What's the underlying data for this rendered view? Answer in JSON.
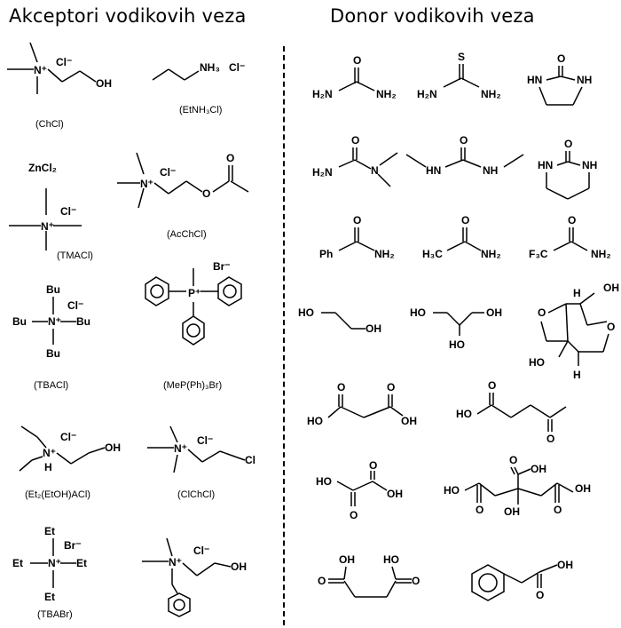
{
  "headings": {
    "acceptors": "Akceptori vodikovih veza",
    "donors": "Donor vodikovih veza"
  },
  "acceptors": [
    {
      "name": "choline-chloride",
      "abbr": "(ChCl)"
    },
    {
      "name": "ethylammonium-chloride",
      "abbr": "(EtNH₃Cl)"
    },
    {
      "name": "zinc-chloride",
      "formula": "ZnCl₂"
    },
    {
      "name": "tetramethylammonium-chloride",
      "abbr": "(TMACl)"
    },
    {
      "name": "acetylcholine-chloride",
      "abbr": "(AcChCl)"
    },
    {
      "name": "tetrabutylammonium-chloride",
      "abbr": "(TBACl)"
    },
    {
      "name": "methyltriphenylphosphonium-bromide",
      "abbr": "(MeP(Ph)₃Br)"
    },
    {
      "name": "diethylethanolammonium-chloride",
      "abbr": "(Et₂(EtOH)ACl)"
    },
    {
      "name": "chlorocholine-chloride",
      "abbr": "(ClChCl)"
    },
    {
      "name": "tetraethylammonium-bromide",
      "abbr": "(TBABr)"
    },
    {
      "name": "benzyl-choline-chloride",
      "abbr": ""
    }
  ],
  "atom_labels": {
    "cl_minus": "Cl⁻",
    "br_minus": "Br⁻",
    "oh": "OH",
    "ho": "HO",
    "bu": "Bu",
    "et": "Et",
    "n": "N",
    "nplus": "N⁺",
    "pplus": "P⁺",
    "h": "H",
    "o": "O",
    "s": "S",
    "cl": "Cl",
    "nh3": "NH₃",
    "h2n": "H₂N",
    "nh2": "NH₂",
    "hn": "HN",
    "nh": "NH",
    "ph": "Ph",
    "h3c": "H₃C",
    "f3c": "F₃C"
  },
  "donors": [
    "urea",
    "thiourea",
    "imidazolidinone",
    "dimethylurea",
    "n-n-dimethylurea",
    "tetrahydropyrimidinone",
    "benzamide",
    "acetamide",
    "trifluoroacetamide",
    "ethylene-glycol",
    "glycerol",
    "isosorbide",
    "malonic-acid",
    "levulinic-acid",
    "oxalic-acid",
    "citric-acid",
    "glutaric-acid",
    "phenylacetic-acid"
  ]
}
